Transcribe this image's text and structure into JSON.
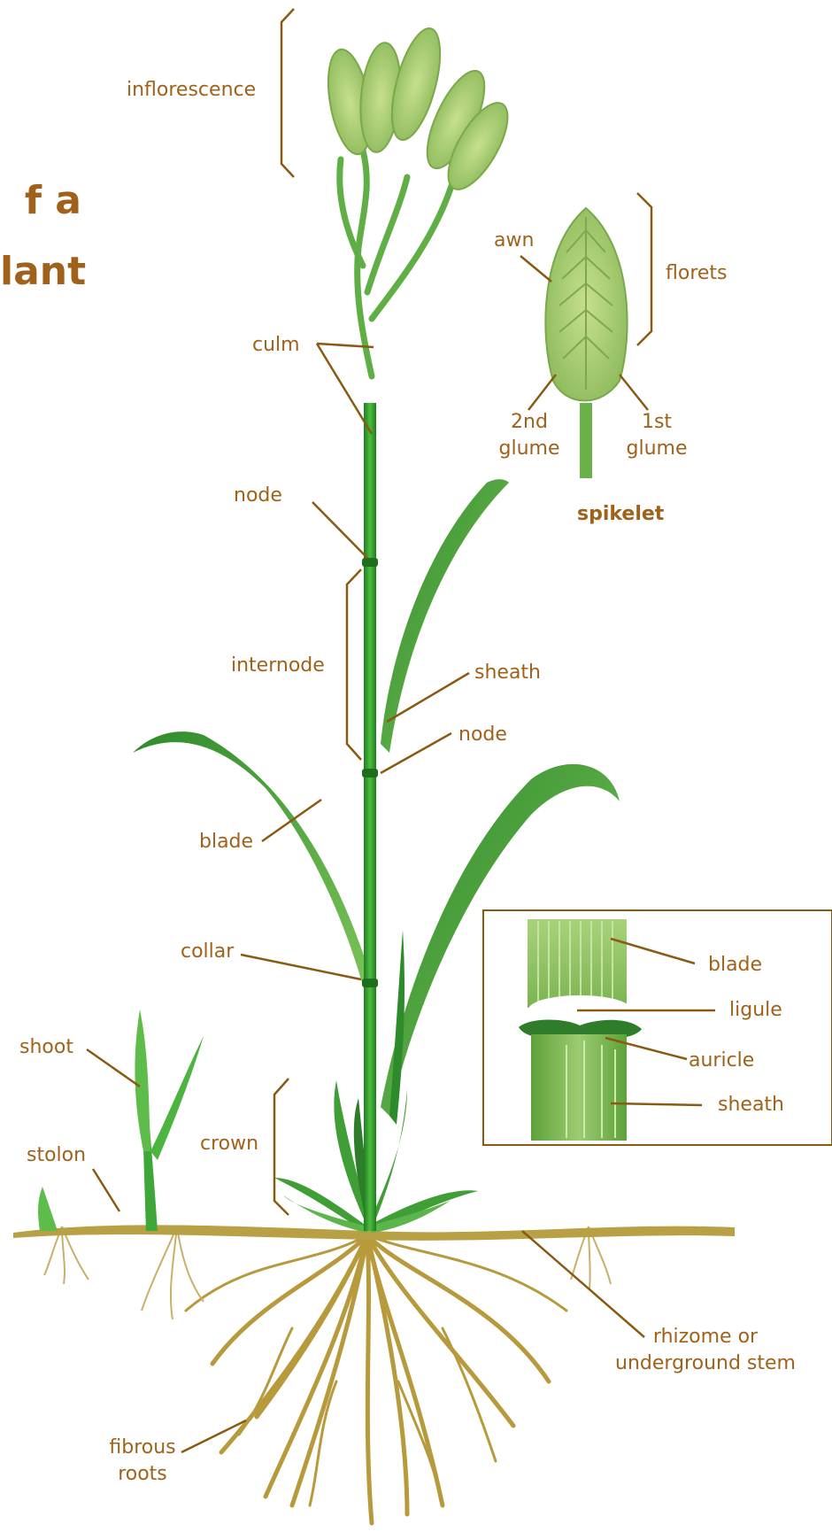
{
  "title": {
    "line1": "f a",
    "line2": "lant"
  },
  "colors": {
    "label": "#a0621a",
    "leader": "#8a5a12",
    "stem": "#2f9a2f",
    "leaf": "#3fa63a",
    "spikelet": "#9cc86a",
    "root": "#b79a3c"
  },
  "labels": {
    "inflorescence": "inflorescence",
    "culm": "culm",
    "node_upper": "node",
    "internode": "internode",
    "sheath_main": "sheath",
    "node_lower": "node",
    "blade_main": "blade",
    "collar": "collar",
    "shoot": "shoot",
    "stolon": "stolon",
    "crown": "crown",
    "rhizome_line1": "rhizome or",
    "rhizome_line2": "underground stem",
    "fibrous_line1": "fibrous",
    "fibrous_line2": "roots"
  },
  "spikelet": {
    "awn": "awn",
    "florets": "florets",
    "second_glume_line1": "2nd",
    "second_glume_line2": "glume",
    "first_glume_line1": "1st",
    "first_glume_line2": "glume",
    "caption": "spikelet"
  },
  "inset": {
    "blade": "blade",
    "ligule": "ligule",
    "auricle": "auricle",
    "sheath": "sheath"
  }
}
